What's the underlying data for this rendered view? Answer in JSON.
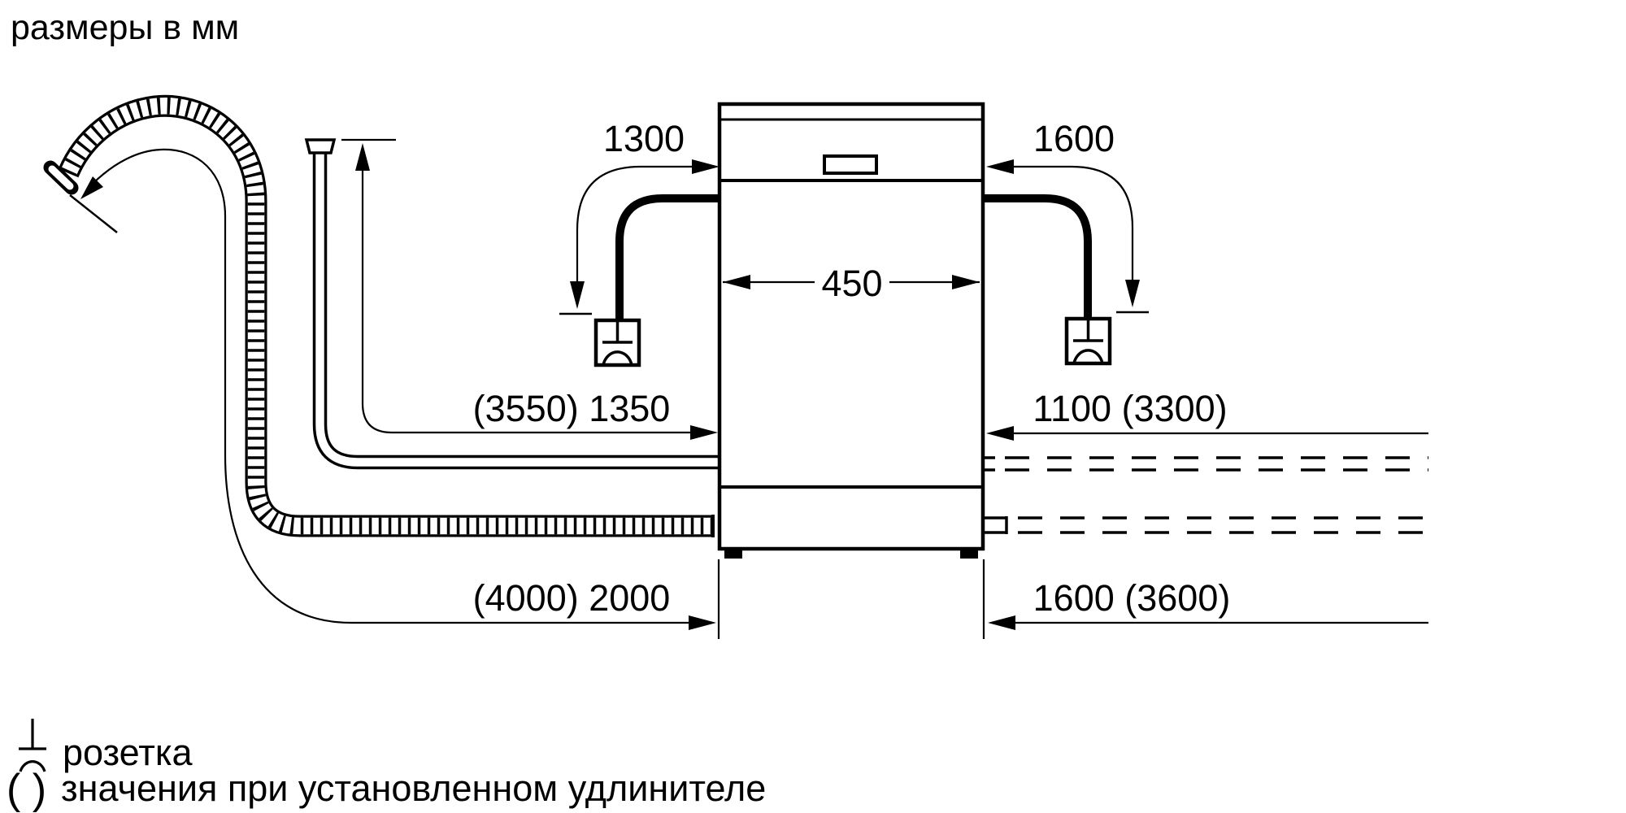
{
  "title": "размеры в мм",
  "dimensions": {
    "cable_left": "1300",
    "cable_right": "1600",
    "appliance_width": "450",
    "supply_hose_left": "(3550) 1350",
    "hose_right_upper": "1100 (3300)",
    "drain_hose_left": "(4000) 2000",
    "hose_right_lower": "1600 (3600)"
  },
  "legend": {
    "socket_label": "розетка",
    "parentheses_symbol": "( )",
    "parentheses_label": "значения при установленном удлинителе"
  },
  "colors": {
    "ink": "#000000",
    "background": "#ffffff"
  }
}
